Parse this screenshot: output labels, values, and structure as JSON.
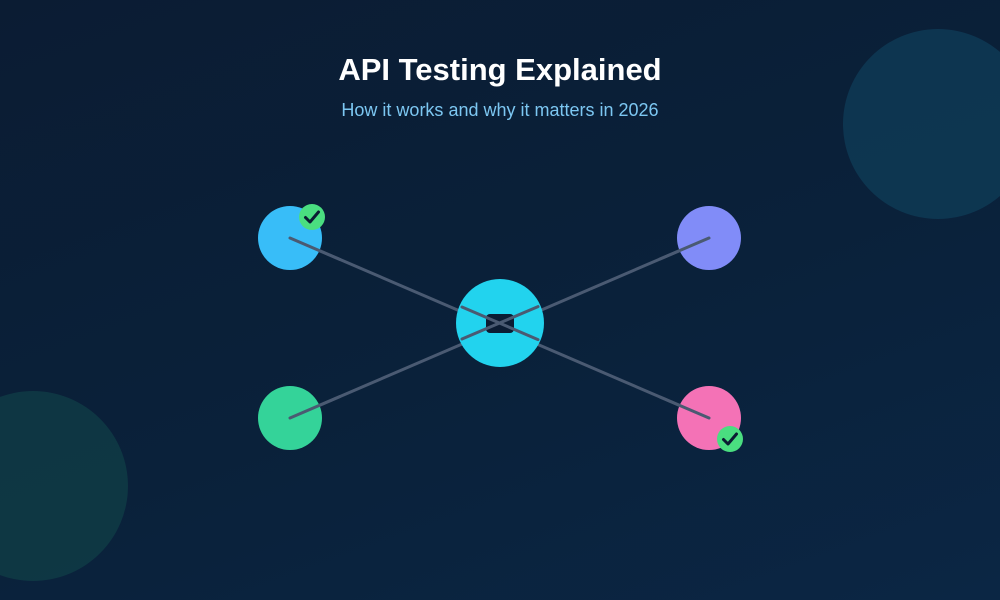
{
  "header": {
    "title": "API Testing Explained",
    "subtitle": "How it works and why it matters in 2026"
  },
  "colors": {
    "background": "#0b1c33",
    "subtitle": "#7cc7f2",
    "connector": "#4a5a72",
    "hub": "#22d3ee",
    "hub_icon": "#0b1c33",
    "node_top_left": "#38bdf8",
    "node_top_right": "#818cf8",
    "node_bottom_left": "#34d399",
    "node_bottom_right": "#f472b6",
    "check_badge": "#4ade80",
    "check_mark": "#0b1c33",
    "deco_top_right": "#0e3a55",
    "deco_bottom_left": "#0f3b45"
  },
  "diagram": {
    "hub": {
      "icon": "api-server-icon"
    },
    "nodes": [
      {
        "id": "top-left",
        "color_key": "node_top_left",
        "badge": "check-icon"
      },
      {
        "id": "top-right",
        "color_key": "node_top_right",
        "badge": null
      },
      {
        "id": "bottom-left",
        "color_key": "node_bottom_left",
        "badge": null
      },
      {
        "id": "bottom-right",
        "color_key": "node_bottom_right",
        "badge": "check-icon"
      }
    ]
  }
}
